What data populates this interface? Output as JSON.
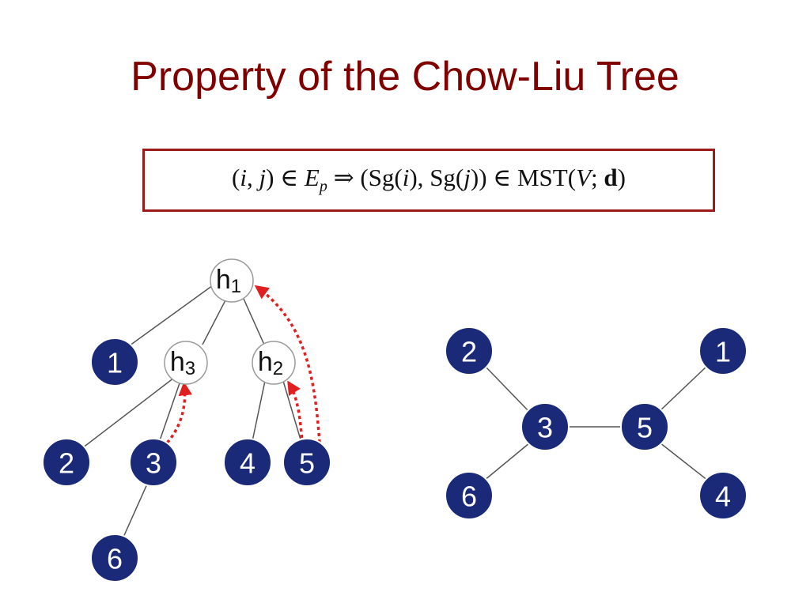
{
  "title": "Property of the Chow-Liu Tree",
  "formula": {
    "lhs_open": "(",
    "i": "i",
    "comma": ", ",
    "j": "j",
    "close_in": ") ∈ ",
    "E": "E",
    "E_sub": "p",
    "implies": " ⇒ (",
    "sg1": "Sg(",
    "sg1_arg": "i",
    "sg1_close": "), ",
    "sg2": "Sg(",
    "sg2_arg": "j",
    "sg2_close": ")) ∈ MST(",
    "V": "V",
    "semi": "; ",
    "d": "d",
    "end": ")"
  },
  "colors": {
    "title": "#800000",
    "box_border": "#9b1b1b",
    "observed_node": "#1b2a78",
    "arrow": "#e02020"
  },
  "latent_tree": {
    "hidden_nodes": [
      {
        "id": "h1",
        "base": "h",
        "sub": "1"
      },
      {
        "id": "h3",
        "base": "h",
        "sub": "3"
      },
      {
        "id": "h2",
        "base": "h",
        "sub": "2"
      }
    ],
    "observed_nodes": [
      "1",
      "2",
      "3",
      "4",
      "5",
      "6"
    ]
  },
  "mst_tree": {
    "observed_nodes": [
      "2",
      "1",
      "3",
      "5",
      "6",
      "4"
    ]
  }
}
